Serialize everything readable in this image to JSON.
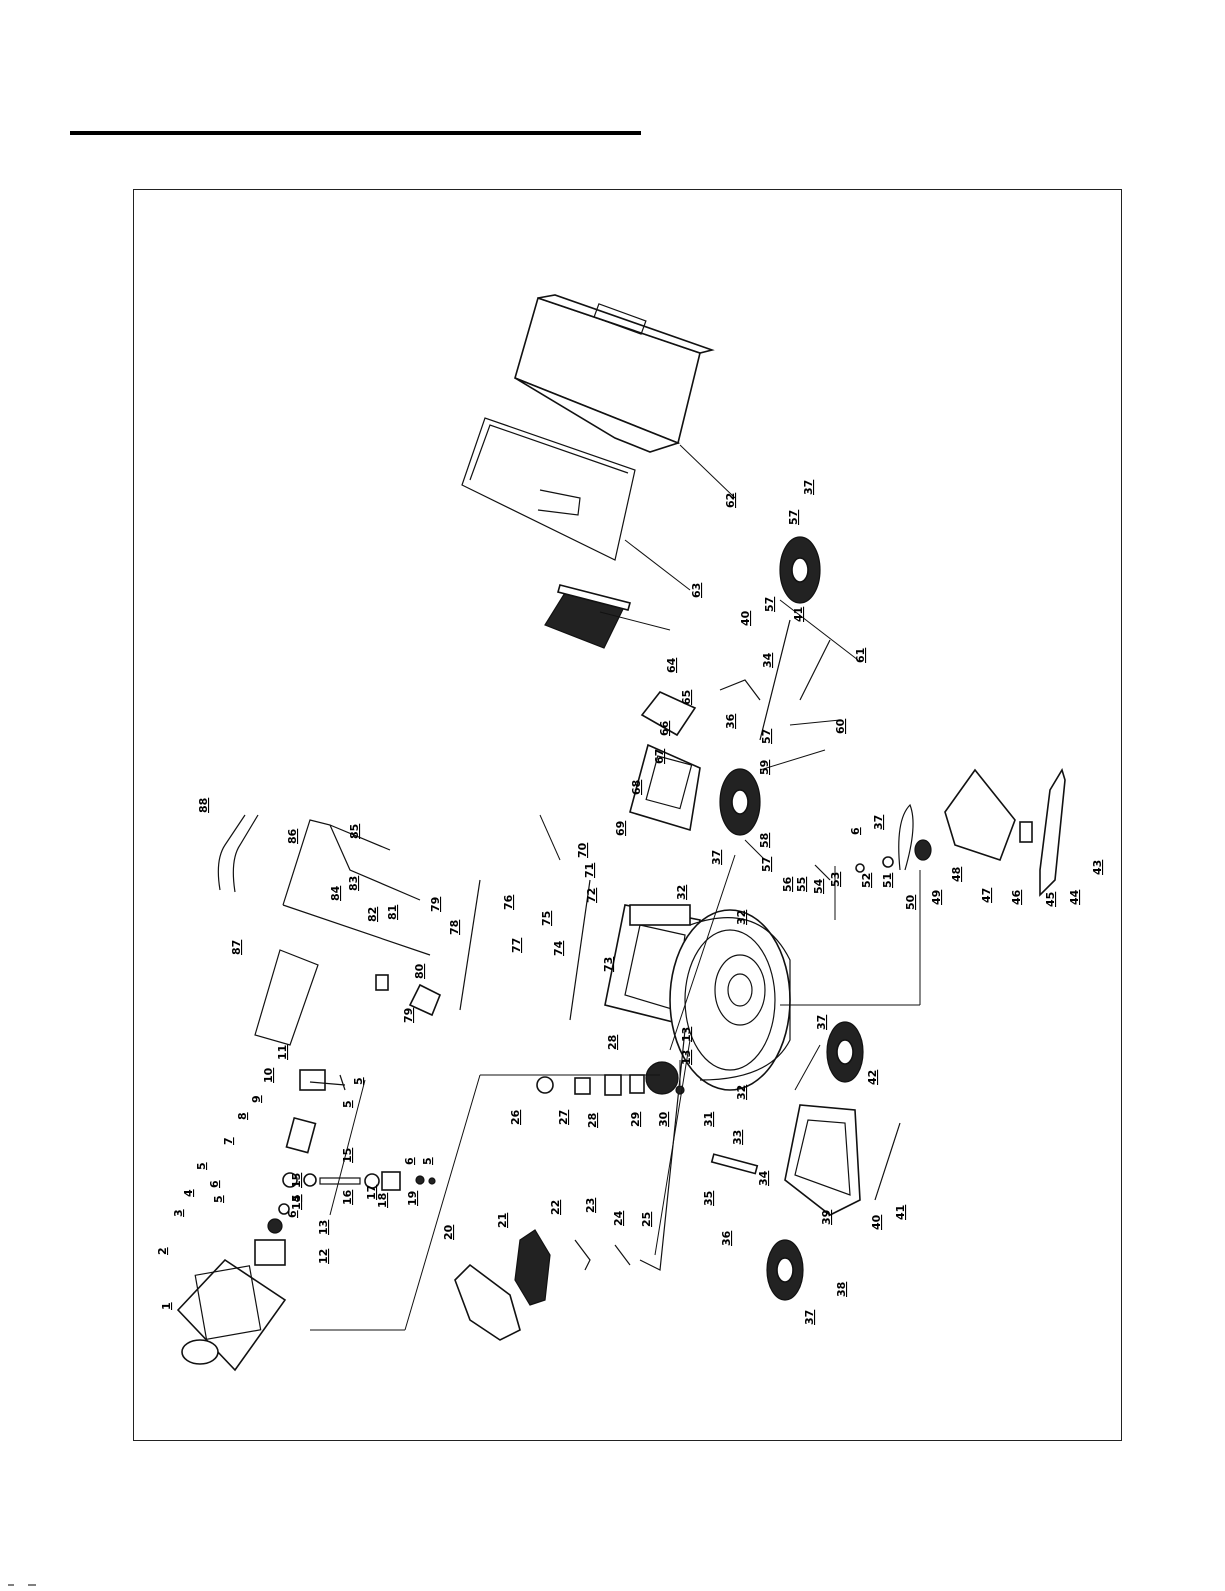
{
  "diagram": {
    "kind": "exploded parts view (rotated 90°)",
    "part_labels": [
      {
        "id": "1",
        "text": "1"
      },
      {
        "id": "2",
        "text": "2"
      },
      {
        "id": "3",
        "text": "3"
      },
      {
        "id": "4",
        "text": "4"
      },
      {
        "id": "5a",
        "text": "5"
      },
      {
        "id": "5b",
        "text": "5"
      },
      {
        "id": "5c",
        "text": "5"
      },
      {
        "id": "5d",
        "text": "5"
      },
      {
        "id": "5e",
        "text": "5"
      },
      {
        "id": "5f",
        "text": "5"
      },
      {
        "id": "6a",
        "text": "6"
      },
      {
        "id": "6b",
        "text": "6"
      },
      {
        "id": "6c",
        "text": "6"
      },
      {
        "id": "6d",
        "text": "6"
      },
      {
        "id": "7",
        "text": "7"
      },
      {
        "id": "8",
        "text": "8"
      },
      {
        "id": "9",
        "text": "9"
      },
      {
        "id": "10",
        "text": "10"
      },
      {
        "id": "11",
        "text": "11"
      },
      {
        "id": "12",
        "text": "12"
      },
      {
        "id": "13a",
        "text": "13"
      },
      {
        "id": "13b",
        "text": "13"
      },
      {
        "id": "13c",
        "text": "13"
      },
      {
        "id": "14",
        "text": "14"
      },
      {
        "id": "15a",
        "text": "15"
      },
      {
        "id": "15b",
        "text": "15"
      },
      {
        "id": "16",
        "text": "16"
      },
      {
        "id": "17",
        "text": "17"
      },
      {
        "id": "18",
        "text": "18"
      },
      {
        "id": "19",
        "text": "19"
      },
      {
        "id": "20",
        "text": "20"
      },
      {
        "id": "21",
        "text": "21"
      },
      {
        "id": "22",
        "text": "22"
      },
      {
        "id": "23",
        "text": "23"
      },
      {
        "id": "24",
        "text": "24"
      },
      {
        "id": "25",
        "text": "25"
      },
      {
        "id": "26",
        "text": "26"
      },
      {
        "id": "27",
        "text": "27"
      },
      {
        "id": "28a",
        "text": "28"
      },
      {
        "id": "28b",
        "text": "28"
      },
      {
        "id": "29",
        "text": "29"
      },
      {
        "id": "30",
        "text": "30"
      },
      {
        "id": "31",
        "text": "31"
      },
      {
        "id": "32a",
        "text": "32"
      },
      {
        "id": "32b",
        "text": "32"
      },
      {
        "id": "32c",
        "text": "32"
      },
      {
        "id": "33",
        "text": "33"
      },
      {
        "id": "34a",
        "text": "34"
      },
      {
        "id": "34b",
        "text": "34"
      },
      {
        "id": "35",
        "text": "35"
      },
      {
        "id": "36a",
        "text": "36"
      },
      {
        "id": "36b",
        "text": "36"
      },
      {
        "id": "37a",
        "text": "37"
      },
      {
        "id": "37b",
        "text": "37"
      },
      {
        "id": "37c",
        "text": "37"
      },
      {
        "id": "37d",
        "text": "37"
      },
      {
        "id": "37e",
        "text": "37"
      },
      {
        "id": "38",
        "text": "38"
      },
      {
        "id": "39",
        "text": "39"
      },
      {
        "id": "40a",
        "text": "40"
      },
      {
        "id": "40b",
        "text": "40"
      },
      {
        "id": "41a",
        "text": "41"
      },
      {
        "id": "41b",
        "text": "41"
      },
      {
        "id": "42",
        "text": "42"
      },
      {
        "id": "43",
        "text": "43"
      },
      {
        "id": "44",
        "text": "44"
      },
      {
        "id": "45",
        "text": "45"
      },
      {
        "id": "46",
        "text": "46"
      },
      {
        "id": "47",
        "text": "47"
      },
      {
        "id": "48",
        "text": "48"
      },
      {
        "id": "49",
        "text": "49"
      },
      {
        "id": "50",
        "text": "50"
      },
      {
        "id": "51",
        "text": "51"
      },
      {
        "id": "52",
        "text": "52"
      },
      {
        "id": "53",
        "text": "53"
      },
      {
        "id": "54",
        "text": "54"
      },
      {
        "id": "55",
        "text": "55"
      },
      {
        "id": "56",
        "text": "56"
      },
      {
        "id": "57a",
        "text": "57"
      },
      {
        "id": "57b",
        "text": "57"
      },
      {
        "id": "57c",
        "text": "57"
      },
      {
        "id": "57d",
        "text": "57"
      },
      {
        "id": "58",
        "text": "58"
      },
      {
        "id": "59",
        "text": "59"
      },
      {
        "id": "60",
        "text": "60"
      },
      {
        "id": "61",
        "text": "61"
      },
      {
        "id": "62",
        "text": "62"
      },
      {
        "id": "63",
        "text": "63"
      },
      {
        "id": "64",
        "text": "64"
      },
      {
        "id": "65",
        "text": "65"
      },
      {
        "id": "66",
        "text": "66"
      },
      {
        "id": "67",
        "text": "67"
      },
      {
        "id": "68",
        "text": "68"
      },
      {
        "id": "69",
        "text": "69"
      },
      {
        "id": "70",
        "text": "70"
      },
      {
        "id": "71",
        "text": "71"
      },
      {
        "id": "72",
        "text": "72"
      },
      {
        "id": "73",
        "text": "73"
      },
      {
        "id": "74",
        "text": "74"
      },
      {
        "id": "75",
        "text": "75"
      },
      {
        "id": "76",
        "text": "76"
      },
      {
        "id": "77",
        "text": "77"
      },
      {
        "id": "78",
        "text": "78"
      },
      {
        "id": "79a",
        "text": "79"
      },
      {
        "id": "79b",
        "text": "79"
      },
      {
        "id": "80",
        "text": "80"
      },
      {
        "id": "81",
        "text": "81"
      },
      {
        "id": "82",
        "text": "82"
      },
      {
        "id": "83",
        "text": "83"
      },
      {
        "id": "84",
        "text": "84"
      },
      {
        "id": "85",
        "text": "85"
      },
      {
        "id": "86",
        "text": "86"
      },
      {
        "id": "87",
        "text": "87"
      },
      {
        "id": "88",
        "text": "88"
      }
    ],
    "colors": {
      "ink": "#111111",
      "paper": "#ffffff"
    }
  }
}
